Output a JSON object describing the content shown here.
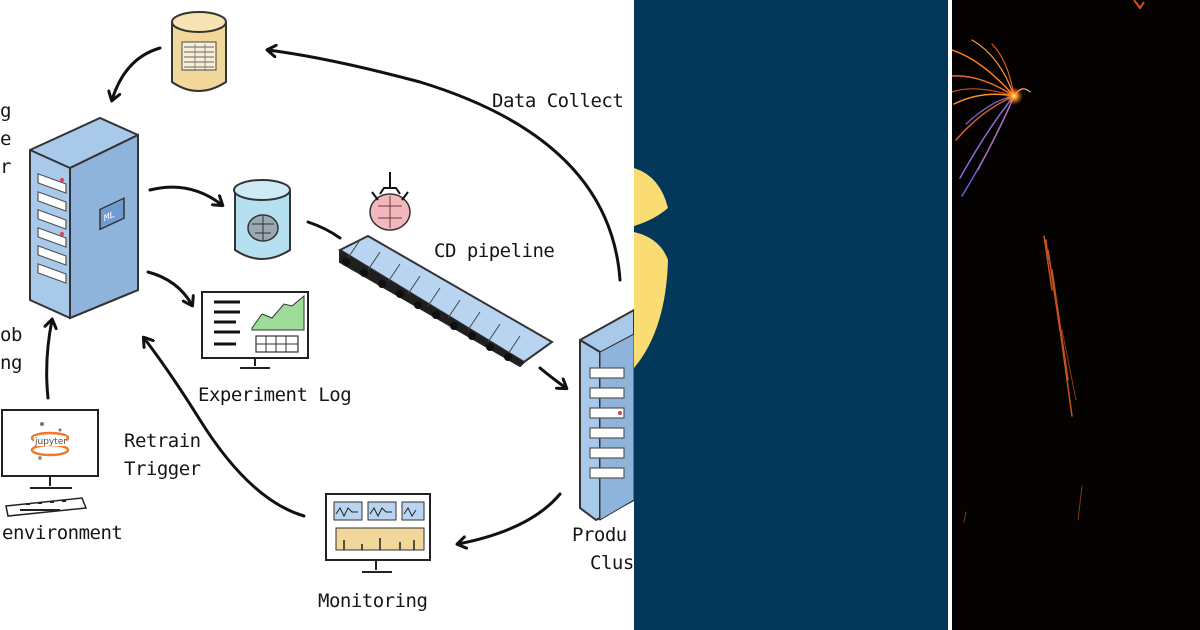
{
  "diagram": {
    "labels": {
      "data_collect": "Data Collect",
      "cd_pipeline": "CD pipeline",
      "experiment_log": "Experiment Log",
      "retrain": "Retrain",
      "trigger": "Trigger",
      "environment": "environment",
      "monitoring": "Monitoring",
      "produ": "Produ",
      "clus": "Clus",
      "left_g": "g",
      "left_e": "e",
      "left_r": "r",
      "left_ob": "ob",
      "left_ng": "ng"
    },
    "jupyter_text": "jupyter",
    "server_badge": "ML"
  },
  "colors": {
    "navy_panel": "#03385a",
    "logo_yellow": "#f9dd72",
    "server_blue": "#a9c9ea",
    "db_yellow": "#f2d79a",
    "db_cyan": "#b4e0ef",
    "chart_green": "#9fdc9a",
    "firework_orange": "#ff7a1a",
    "firework_purple": "#6a5bd6"
  }
}
